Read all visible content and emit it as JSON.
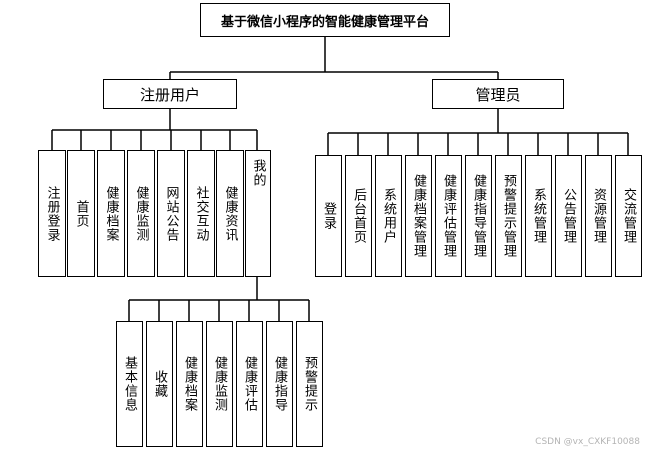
{
  "title": "基于微信小程序的智能健康管理平台",
  "groups": {
    "user": {
      "label": "注册用户",
      "modules": [
        "注册登录",
        "首页",
        "健康档案",
        "健康监测",
        "网站公告",
        "社交互动",
        "健康资讯",
        "我的"
      ]
    },
    "admin": {
      "label": "管理员",
      "modules": [
        "登录",
        "后台首页",
        "系统用户",
        "健康档案管理",
        "健康评估管理",
        "健康指导管理",
        "预警提示管理",
        "系统管理",
        "公告管理",
        "资源管理",
        "交流管理"
      ]
    },
    "mine": {
      "modules": [
        "基本信息",
        "收藏",
        "健康档案",
        "健康监测",
        "健康评估",
        "健康指导",
        "预警提示"
      ]
    }
  },
  "watermark": "CSDN @vx_CXKF10088"
}
